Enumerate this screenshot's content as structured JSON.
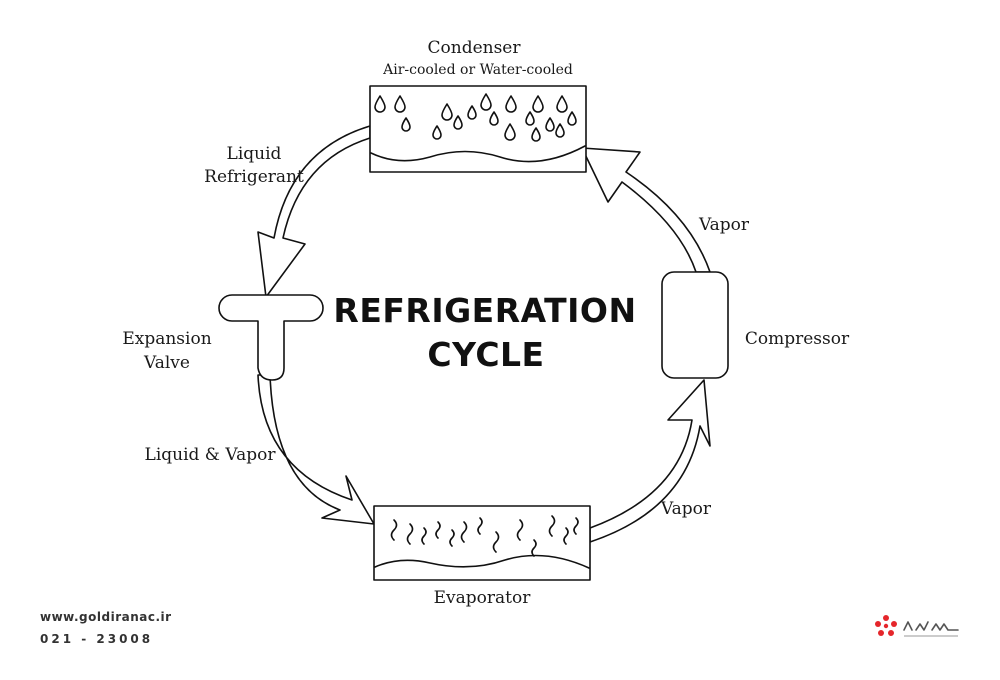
{
  "diagram": {
    "title_line1": "REFRIGERATION",
    "title_line2": "CYCLE",
    "condenser": {
      "name": "Condenser",
      "subtitle": "Air-cooled or Water-cooled"
    },
    "compressor": {
      "name": "Compressor"
    },
    "evaporator": {
      "name": "Evaporator"
    },
    "expansion_valve": {
      "line1": "Expansion",
      "line2": "Valve"
    },
    "flows": {
      "liquid_refrigerant_1": "Liquid",
      "liquid_refrigerant_2": "Refrigerant",
      "liquid_and_vapor": "Liquid & Vapor",
      "vapor_top": "Vapor",
      "vapor_bottom": "Vapor"
    }
  },
  "footer": {
    "website": "www.goldiranac.ir",
    "phone": "021 - 23008",
    "brand_mark": "flower-logo-icon",
    "brand_color": "#e5262b"
  }
}
